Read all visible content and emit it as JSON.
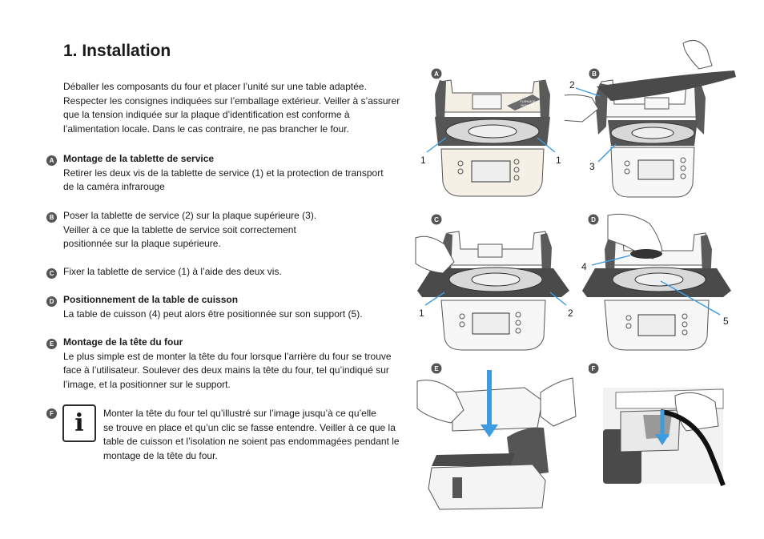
{
  "title": "1. Installation",
  "intro": [
    "Déballer les composants du four et placer l’unité sur une table adaptée.",
    "Respecter les consignes indiquées sur l’emballage extérieur. Veiller à s’assurer",
    "que la tension indiquée sur la plaque d’identification est conforme à",
    "l’alimentation locale. Dans le cas contraire, ne pas brancher le four."
  ],
  "steps": {
    "a": {
      "letter": "A",
      "heading": "Montage de la tablette de service",
      "lines": [
        "Retirer les deux vis de la tablette de service (1) et la protection de transport",
        "de la caméra infrarouge"
      ]
    },
    "b": {
      "letter": "B",
      "lines": [
        "Poser la tablette de service (2) sur la plaque supérieure (3).",
        "Veiller à ce que la tablette de service soit correctement",
        "positionnée sur la plaque supérieure."
      ]
    },
    "c": {
      "letter": "C",
      "lines": [
        "Fixer la tablette de service (1) à l’aide des deux vis."
      ]
    },
    "d": {
      "letter": "D",
      "heading": "Positionnement de la table de cuisson",
      "lines": [
        "La table de cuisson (4) peut alors être positionnée sur son support (5)."
      ]
    },
    "e": {
      "letter": "E",
      "heading": "Montage de la tête du four",
      "lines": [
        "Le plus simple est de monter la tête du four lorsque l’arrière du four se trouve",
        "face à l’utilisateur. Soulever des deux mains la tête du four, tel qu’indiqué sur",
        "l’image, et la positionner sur le support."
      ]
    },
    "f": {
      "letter": "F",
      "lines": [
        "Monter la tête du four tel qu’illustré sur l’image jusqu’à ce qu’elle",
        "se trouve en place et qu’un clic se fasse entendre. Veiller à ce que la",
        "table de cuisson et l’isolation ne soient pas endommagées pendant le",
        "montage de la tête du four."
      ]
    }
  },
  "info_icon": {
    "icon": "info-icon",
    "glyph": "i"
  },
  "figures": {
    "a": {
      "letter": "A",
      "callouts": [
        "1",
        "1"
      ],
      "plate_label_1": "FURNACE",
      "plate_label_2": "REMOVE"
    },
    "b": {
      "letter": "B",
      "callouts": [
        "2",
        "3"
      ]
    },
    "c": {
      "letter": "C",
      "callouts": [
        "1",
        "2"
      ]
    },
    "d": {
      "letter": "D",
      "callouts": [
        "4",
        "5"
      ]
    },
    "e": {
      "letter": "E"
    },
    "f": {
      "letter": "F"
    }
  },
  "colors": {
    "arrow": "#3d9be0",
    "bullet": "#555555",
    "dark_panel": "#4a4a4a"
  }
}
